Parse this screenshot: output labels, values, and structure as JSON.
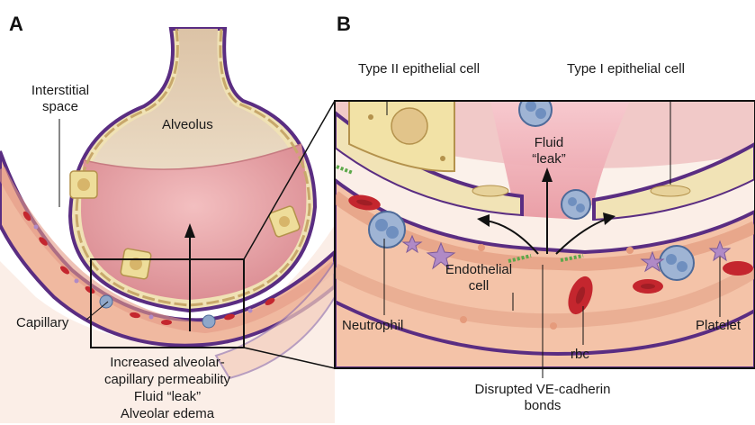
{
  "panels": {
    "a": "A",
    "b": "B"
  },
  "panel_a": {
    "interstitial_line1": "Interstitial",
    "interstitial_line2": "space",
    "alveolus": "Alveolus",
    "capillary": "Capillary",
    "caption_line1": "Increased alveolar-",
    "caption_line2": "capillary permeability",
    "caption_line3": "Fluid “leak”",
    "caption_line4": "Alveolar edema"
  },
  "panel_b": {
    "type2": "Type II epithelial cell",
    "type1": "Type I epithelial cell",
    "fluid_line1": "Fluid",
    "fluid_line2": "“leak”",
    "endothelial_line1": "Endothelial",
    "endothelial_line2": "cell",
    "neutrophil": "Neutrophil",
    "rbc": "rbc",
    "platelet": "Platelet",
    "vecad_line1": "Disrupted VE-cadherin",
    "vecad_line2": "bonds"
  },
  "colors": {
    "membrane_purple": "#5a2d82",
    "alveolar_fluid": "#e7a3a6",
    "alveolar_air": "#e9d7c0",
    "epithelium_beige": "#f1e6c3",
    "capillary_pink": "#efb59a",
    "rbc_red": "#c4262e",
    "neutrophil_blue": "#8fa7c9",
    "platelet_purple": "#b08ac6"
  }
}
